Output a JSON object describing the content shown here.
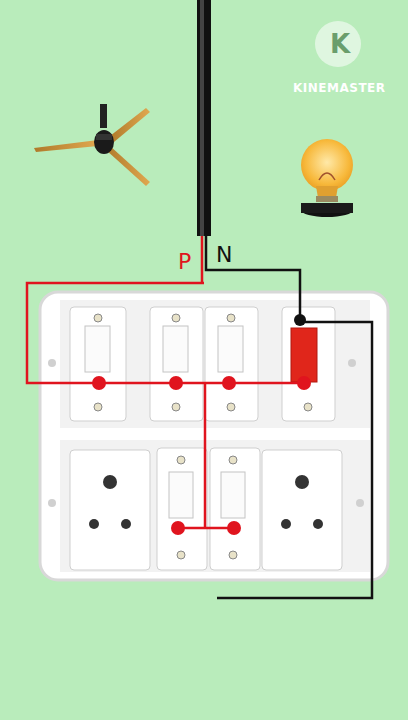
{
  "diagram": {
    "labels": [
      "P",
      "N",
      "K",
      "KINEMASTER"
    ]
  }
}
